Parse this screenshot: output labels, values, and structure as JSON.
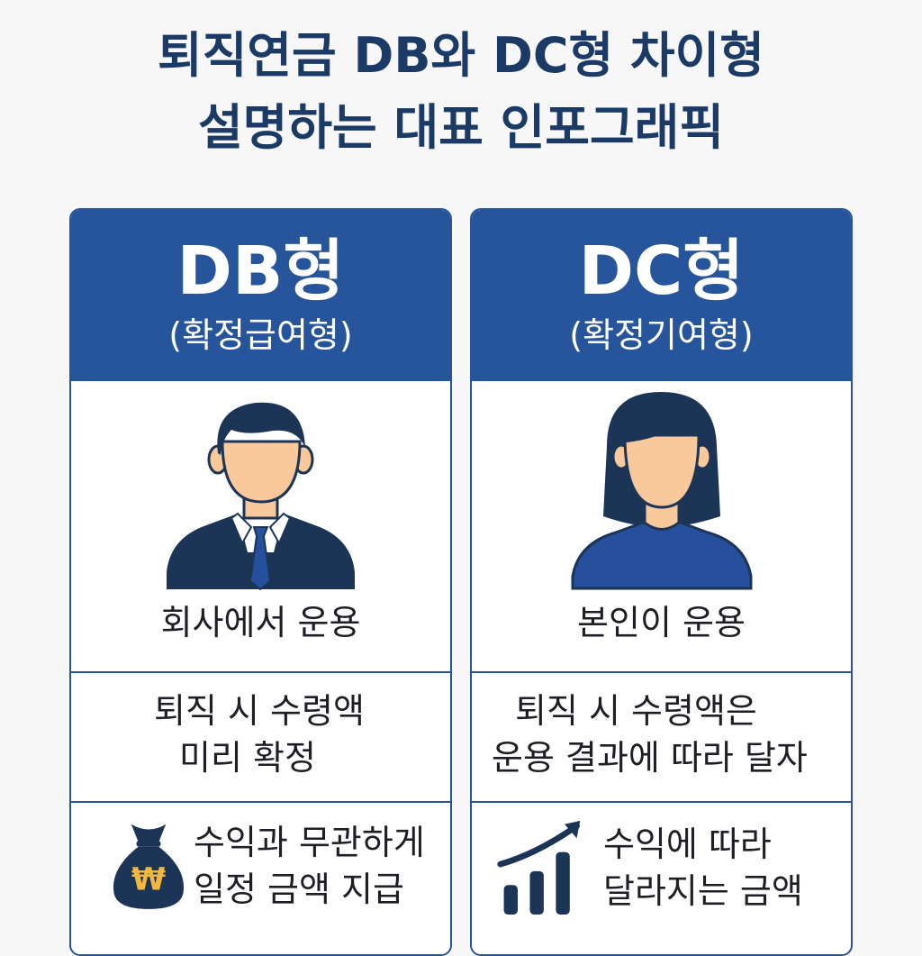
{
  "title": {
    "line1": "퇴직연금 DB와 DC형 차이형",
    "line2": "설명하는 대표 인포그래픽"
  },
  "colors": {
    "title": "#1b3a66",
    "header_bg": "#26559c",
    "navy": "#1c3557",
    "skin": "#f9c99c",
    "blue_shirt": "#27509c"
  },
  "db": {
    "name": "DB형",
    "subtitle": "(확정급여형)",
    "avatar_icon": "man-in-suit-icon",
    "operator": "회사에서 운용",
    "payout_line1": "퇴직 시 수령액",
    "payout_line2": "미리 확정",
    "benefit_icon": "money-bag-won-icon",
    "benefit_line1": "수익과 무관하게",
    "benefit_line2": "일정 금액 지급",
    "bag_symbol": "₩"
  },
  "dc": {
    "name": "DC형",
    "subtitle": "(확정기여형)",
    "avatar_icon": "woman-icon",
    "operator": "본인이 운용",
    "payout_line1": "퇴직 시 수령액은",
    "payout_line2": "운용 결과에 따라 달자",
    "benefit_icon": "rising-chart-icon",
    "benefit_line1": "수익에 따라",
    "benefit_line2": "달라지는 금액"
  }
}
